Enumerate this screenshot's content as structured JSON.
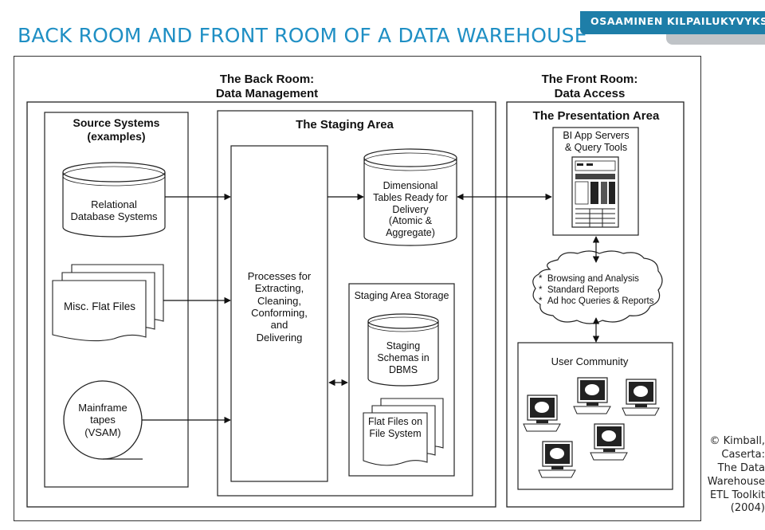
{
  "slide": {
    "title": "BACK ROOM AND FRONT ROOM OF A DATA WAREHOUSE",
    "brand": "OSAAMINEN KILPAILUKYVYKSI",
    "citation": "© Kimball,\nCaserta:\nThe Data\nWarehouse\nETL Toolkit\n(2004)"
  },
  "colors": {
    "title": "#1f8fc4",
    "brand_bar": "#1e7ea8",
    "brand_tab": "#bfc3c7"
  },
  "diagram": {
    "back_room_header": "The Back Room:\nData Management",
    "front_room_header": "The Front Room:\nData Access",
    "source_systems": {
      "title": "Source Systems\n(examples)",
      "relational": "Relational\nDatabase Systems",
      "flat_files": "Misc. Flat Files",
      "mainframe": "Mainframe\ntapes\n(VSAM)"
    },
    "staging_area": {
      "title": "The Staging Area",
      "processes": "Processes for\nExtracting,\nCleaning,\nConforming,\nand\nDelivering",
      "dimensional_tables": "Dimensional\nTables Ready for\nDelivery\n(Atomic &\nAggregate)",
      "storage_title": "Staging Area Storage",
      "schemas": "Staging\nSchemas in\nDBMS",
      "flat_files": "Flat Files on\nFile System"
    },
    "presentation_area": {
      "title": "The Presentation Area",
      "bi_servers": "BI App Servers\n& Query Tools",
      "cloud_items": [
        "Browsing and Analysis",
        "Standard Reports",
        "Ad hoc Queries & Reports"
      ],
      "user_community": "User Community"
    }
  }
}
